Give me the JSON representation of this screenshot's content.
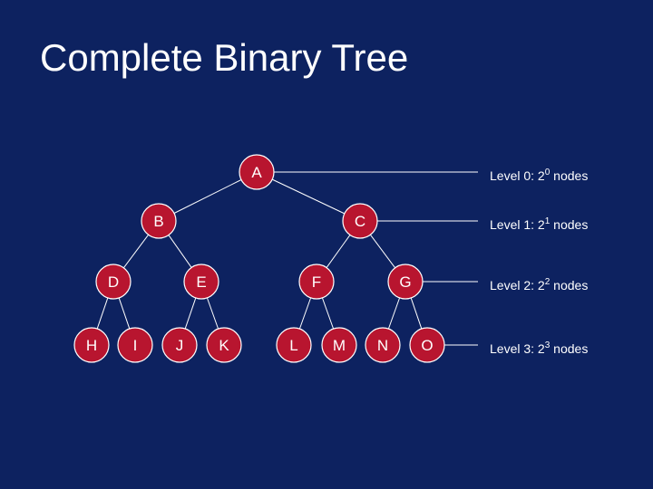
{
  "title": "Complete Binary Tree",
  "colors": {
    "background": "#0d2260",
    "node_fill": "#b8152f",
    "node_stroke": "#ffffff",
    "edge": "#ffffff",
    "text": "#ffffff"
  },
  "nodes": [
    {
      "id": "A",
      "label": "A",
      "parent": null
    },
    {
      "id": "B",
      "label": "B",
      "parent": "A"
    },
    {
      "id": "C",
      "label": "C",
      "parent": "A"
    },
    {
      "id": "D",
      "label": "D",
      "parent": "B"
    },
    {
      "id": "E",
      "label": "E",
      "parent": "B"
    },
    {
      "id": "F",
      "label": "F",
      "parent": "C"
    },
    {
      "id": "G",
      "label": "G",
      "parent": "C"
    },
    {
      "id": "H",
      "label": "H",
      "parent": "D"
    },
    {
      "id": "I",
      "label": "I",
      "parent": "D"
    },
    {
      "id": "J",
      "label": "J",
      "parent": "E"
    },
    {
      "id": "K",
      "label": "K",
      "parent": "E"
    },
    {
      "id": "L",
      "label": "L",
      "parent": "F"
    },
    {
      "id": "M",
      "label": "M",
      "parent": "F"
    },
    {
      "id": "N",
      "label": "N",
      "parent": "G"
    },
    {
      "id": "O",
      "label": "O",
      "parent": "G"
    }
  ],
  "levels": [
    {
      "prefix": "Level 0: 2",
      "exponent": "0",
      "suffix": " nodes"
    },
    {
      "prefix": "Level 1: 2",
      "exponent": "1",
      "suffix": " nodes"
    },
    {
      "prefix": "Level 2: 2",
      "exponent": "2",
      "suffix": " nodes"
    },
    {
      "prefix": "Level 3: 2",
      "exponent": "3",
      "suffix": " nodes"
    }
  ]
}
